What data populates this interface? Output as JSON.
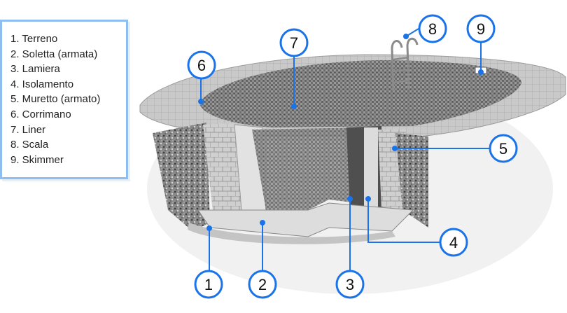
{
  "legend": {
    "items": [
      "1. Terreno",
      "2. Soletta (armata)",
      "3. Lamiera",
      "4. Isolamento",
      "5. Muretto (armato)",
      "6. Corrimano",
      "7. Liner",
      "8. Scala",
      "9. Skimmer"
    ]
  },
  "callouts": [
    "1",
    "2",
    "3",
    "4",
    "5",
    "6",
    "7",
    "8",
    "9"
  ],
  "colors": {
    "accent": "#1a73e8",
    "legend_border": "#8fbff0"
  }
}
